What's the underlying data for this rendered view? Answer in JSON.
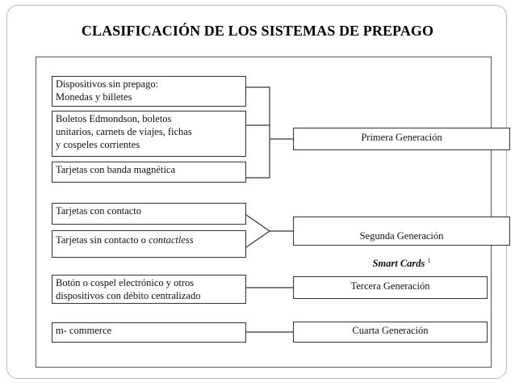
{
  "title": "CLASIFICACIÓN DE LOS SISTEMAS DE PREPAGO",
  "groups": [
    {
      "items": [
        "Dispositivos sin prepago:\nMonedas y billetes",
        "Boletos Edmondson, boletos\nunitarios, carnets de viajes, fichas\ny cospeles corrientes",
        "Tarjetas con banda magnética"
      ],
      "generation": "Primera Generación"
    },
    {
      "items": [
        "Tarjetas con contacto",
        "Tarjetas sin contacto o",
        "contactless"
      ],
      "generation": "Segunda Generación",
      "generation_sub": "Smart Cards",
      "generation_note": "1"
    },
    {
      "items": [
        "Botón o cospel electrónico y otros\ndispositivos con débito centralizado"
      ],
      "generation": "Tercera Generación"
    },
    {
      "items": [
        "m- commerce"
      ],
      "generation": "Cuarta Generación"
    }
  ]
}
